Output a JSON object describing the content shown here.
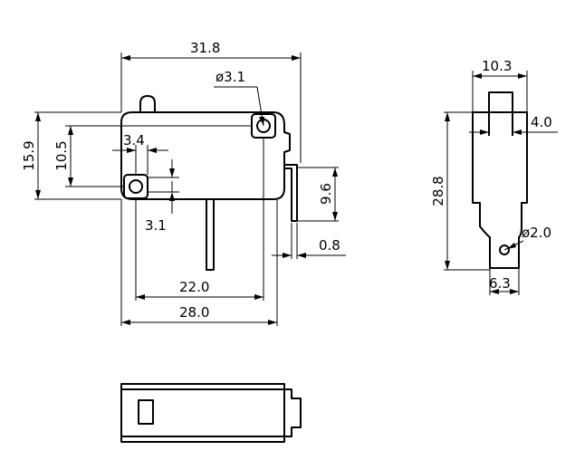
{
  "dimensions": {
    "top_width": "31.8",
    "hole_diameter": "ø3.1",
    "overall_height": "15.9",
    "hole_vertical_spacing": "10.5",
    "hole_offset_x": "3.4",
    "hole_offset_y": "3.1",
    "terminal_length": "9.6",
    "terminal_thickness": "0.8",
    "terminal_spacing": "22.0",
    "body_length": "28.0",
    "side_width": "10.3",
    "plunger_width": "4.0",
    "side_height": "28.8",
    "terminal_hole_diameter": "ø2.0",
    "terminal_width": "6.3"
  }
}
